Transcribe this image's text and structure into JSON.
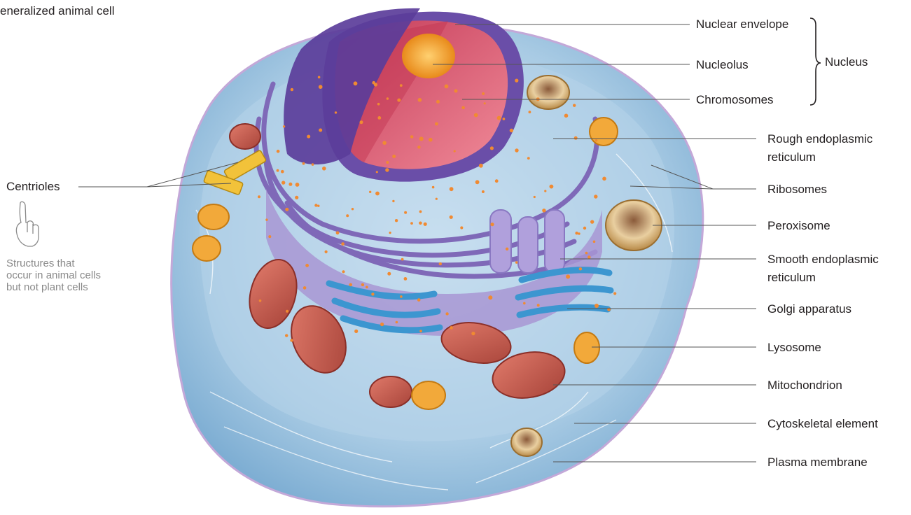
{
  "figure": {
    "title": "eneralized animal cell"
  },
  "labels": {
    "nuclear_envelope": "Nuclear envelope",
    "nucleolus": "Nucleolus",
    "chromosomes": "Chromosomes",
    "nucleus": "Nucleus",
    "rough_er_line1": "Rough endoplasmic",
    "rough_er_line2": "reticulum",
    "ribosomes": "Ribosomes",
    "peroxisome": "Peroxisome",
    "smooth_er_line1": "Smooth endoplasmic",
    "smooth_er_line2": "reticulum",
    "golgi": "Golgi apparatus",
    "lysosome": "Lysosome",
    "mitochondrion": "Mitochondrion",
    "cytoskeletal": "Cytoskeletal element",
    "plasma_membrane": "Plasma membrane",
    "centrioles": "Centrioles"
  },
  "note": {
    "line1": "Structures that",
    "line2": "occur in animal cells",
    "line3": "but not plant cells",
    "icon": "pointing-hand-icon"
  },
  "colors": {
    "cytoplasm": "#bcd6ea",
    "membrane_edge": "#9fc2dd",
    "nucleus": "#d9576e",
    "nuclear_envelope": "#6f4fa3",
    "nucleolus": "#f0a224",
    "er": "#9c86c9",
    "golgi": "#4aa3d9",
    "mitochondrion": "#c85a4c",
    "ribosome": "#f08a32",
    "peroxisome": "#c9a56a",
    "leader_line": "#555555"
  }
}
